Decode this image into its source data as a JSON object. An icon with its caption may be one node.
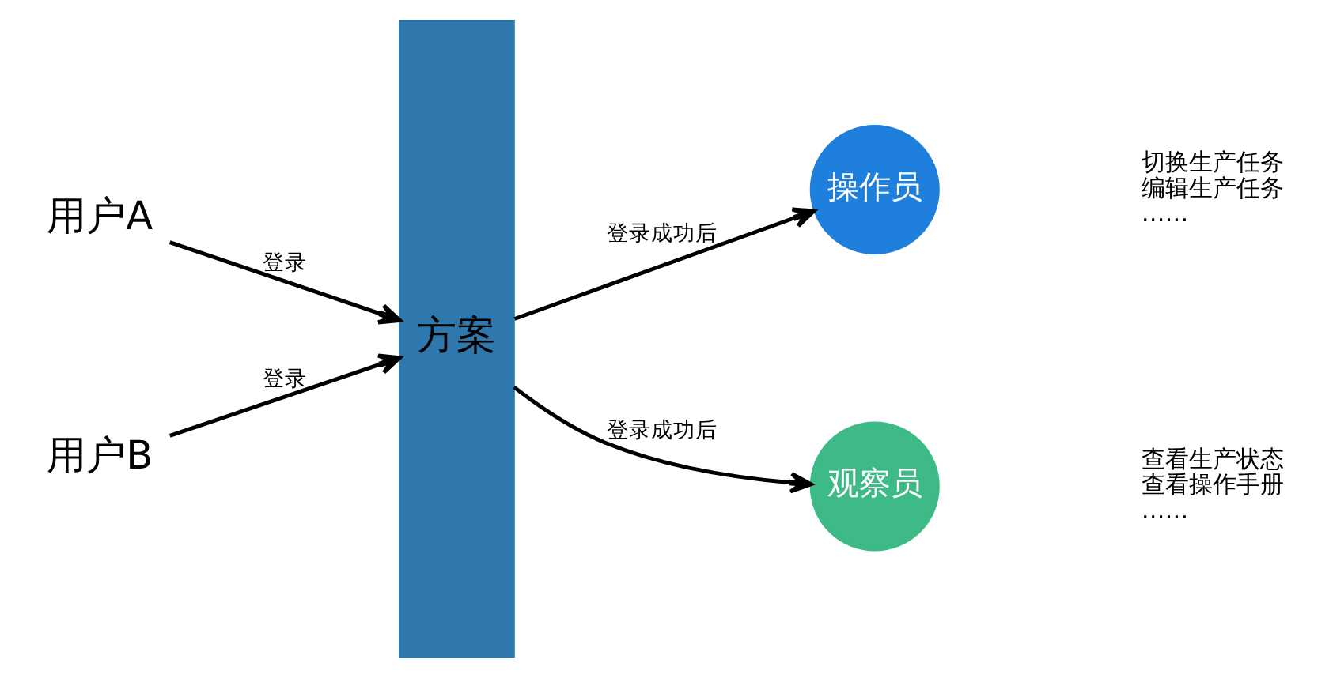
{
  "diagram": {
    "nodes": [
      {
        "text": [
          "用户A"
        ]
      },
      {
        "text": [
          "用户B"
        ]
      },
      {
        "text": [
          "方案"
        ]
      },
      {
        "text": [
          "操作员"
        ],
        "beside": [
          "切换生产任务",
          "编辑生产任务",
          "……"
        ]
      },
      {
        "text": [
          "观察员"
        ],
        "beside": [
          "查看生产状态",
          "查看操作手册",
          "……"
        ]
      }
    ],
    "edges": [
      {
        "from": 0,
        "to": 2,
        "arrow": "to",
        "label": "登录"
      },
      {
        "from": 1,
        "to": 2,
        "arrow": "to",
        "label": "登录"
      },
      {
        "from": 2,
        "to": 3,
        "arrow": "to",
        "label": "登录成功后"
      },
      {
        "from": 2,
        "to": 4,
        "arrow": "to",
        "label": "登录成功后"
      }
    ]
  }
}
